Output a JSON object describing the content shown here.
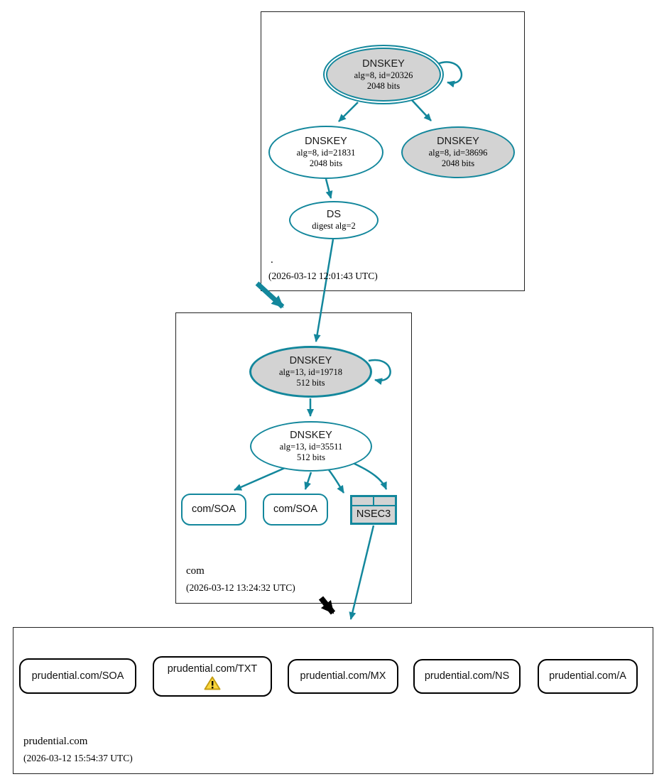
{
  "colors": {
    "edge_teal": "#13879c",
    "node_gray_fill": "#d3d3d3",
    "rrset_border_black": "#000000",
    "warning_fill": "#fad63c",
    "warning_border": "#c59e13",
    "box_border": "#222222"
  },
  "zones": [
    {
      "label": ".",
      "timestamp": "(2026-03-12 12:01:43 UTC)"
    },
    {
      "label": "com",
      "timestamp": "(2026-03-12 13:24:32 UTC)"
    },
    {
      "label": "prudential.com",
      "timestamp": "(2026-03-12 15:54:37 UTC)"
    }
  ],
  "nodes": {
    "root_ksk": {
      "title": "DNSKEY",
      "detail1": "alg=8, id=20326",
      "detail2": "2048 bits"
    },
    "root_zsk": {
      "title": "DNSKEY",
      "detail1": "alg=8, id=21831",
      "detail2": "2048 bits"
    },
    "root_key2": {
      "title": "DNSKEY",
      "detail1": "alg=8, id=38696",
      "detail2": "2048 bits"
    },
    "root_ds": {
      "title": "DS",
      "detail1": "digest alg=2"
    },
    "com_ksk": {
      "title": "DNSKEY",
      "detail1": "alg=13, id=19718",
      "detail2": "512 bits"
    },
    "com_zsk": {
      "title": "DNSKEY",
      "detail1": "alg=13, id=35511",
      "detail2": "512 bits"
    },
    "com_soa_1": {
      "label": "com/SOA"
    },
    "com_soa_2": {
      "label": "com/SOA"
    },
    "com_nsec3": {
      "label": "NSEC3"
    },
    "rrset_soa": {
      "label": "prudential.com/SOA"
    },
    "rrset_txt": {
      "label": "prudential.com/TXT",
      "icon": "warning-icon"
    },
    "rrset_mx": {
      "label": "prudential.com/MX"
    },
    "rrset_ns": {
      "label": "prudential.com/NS"
    },
    "rrset_a": {
      "label": "prudential.com/A"
    }
  }
}
